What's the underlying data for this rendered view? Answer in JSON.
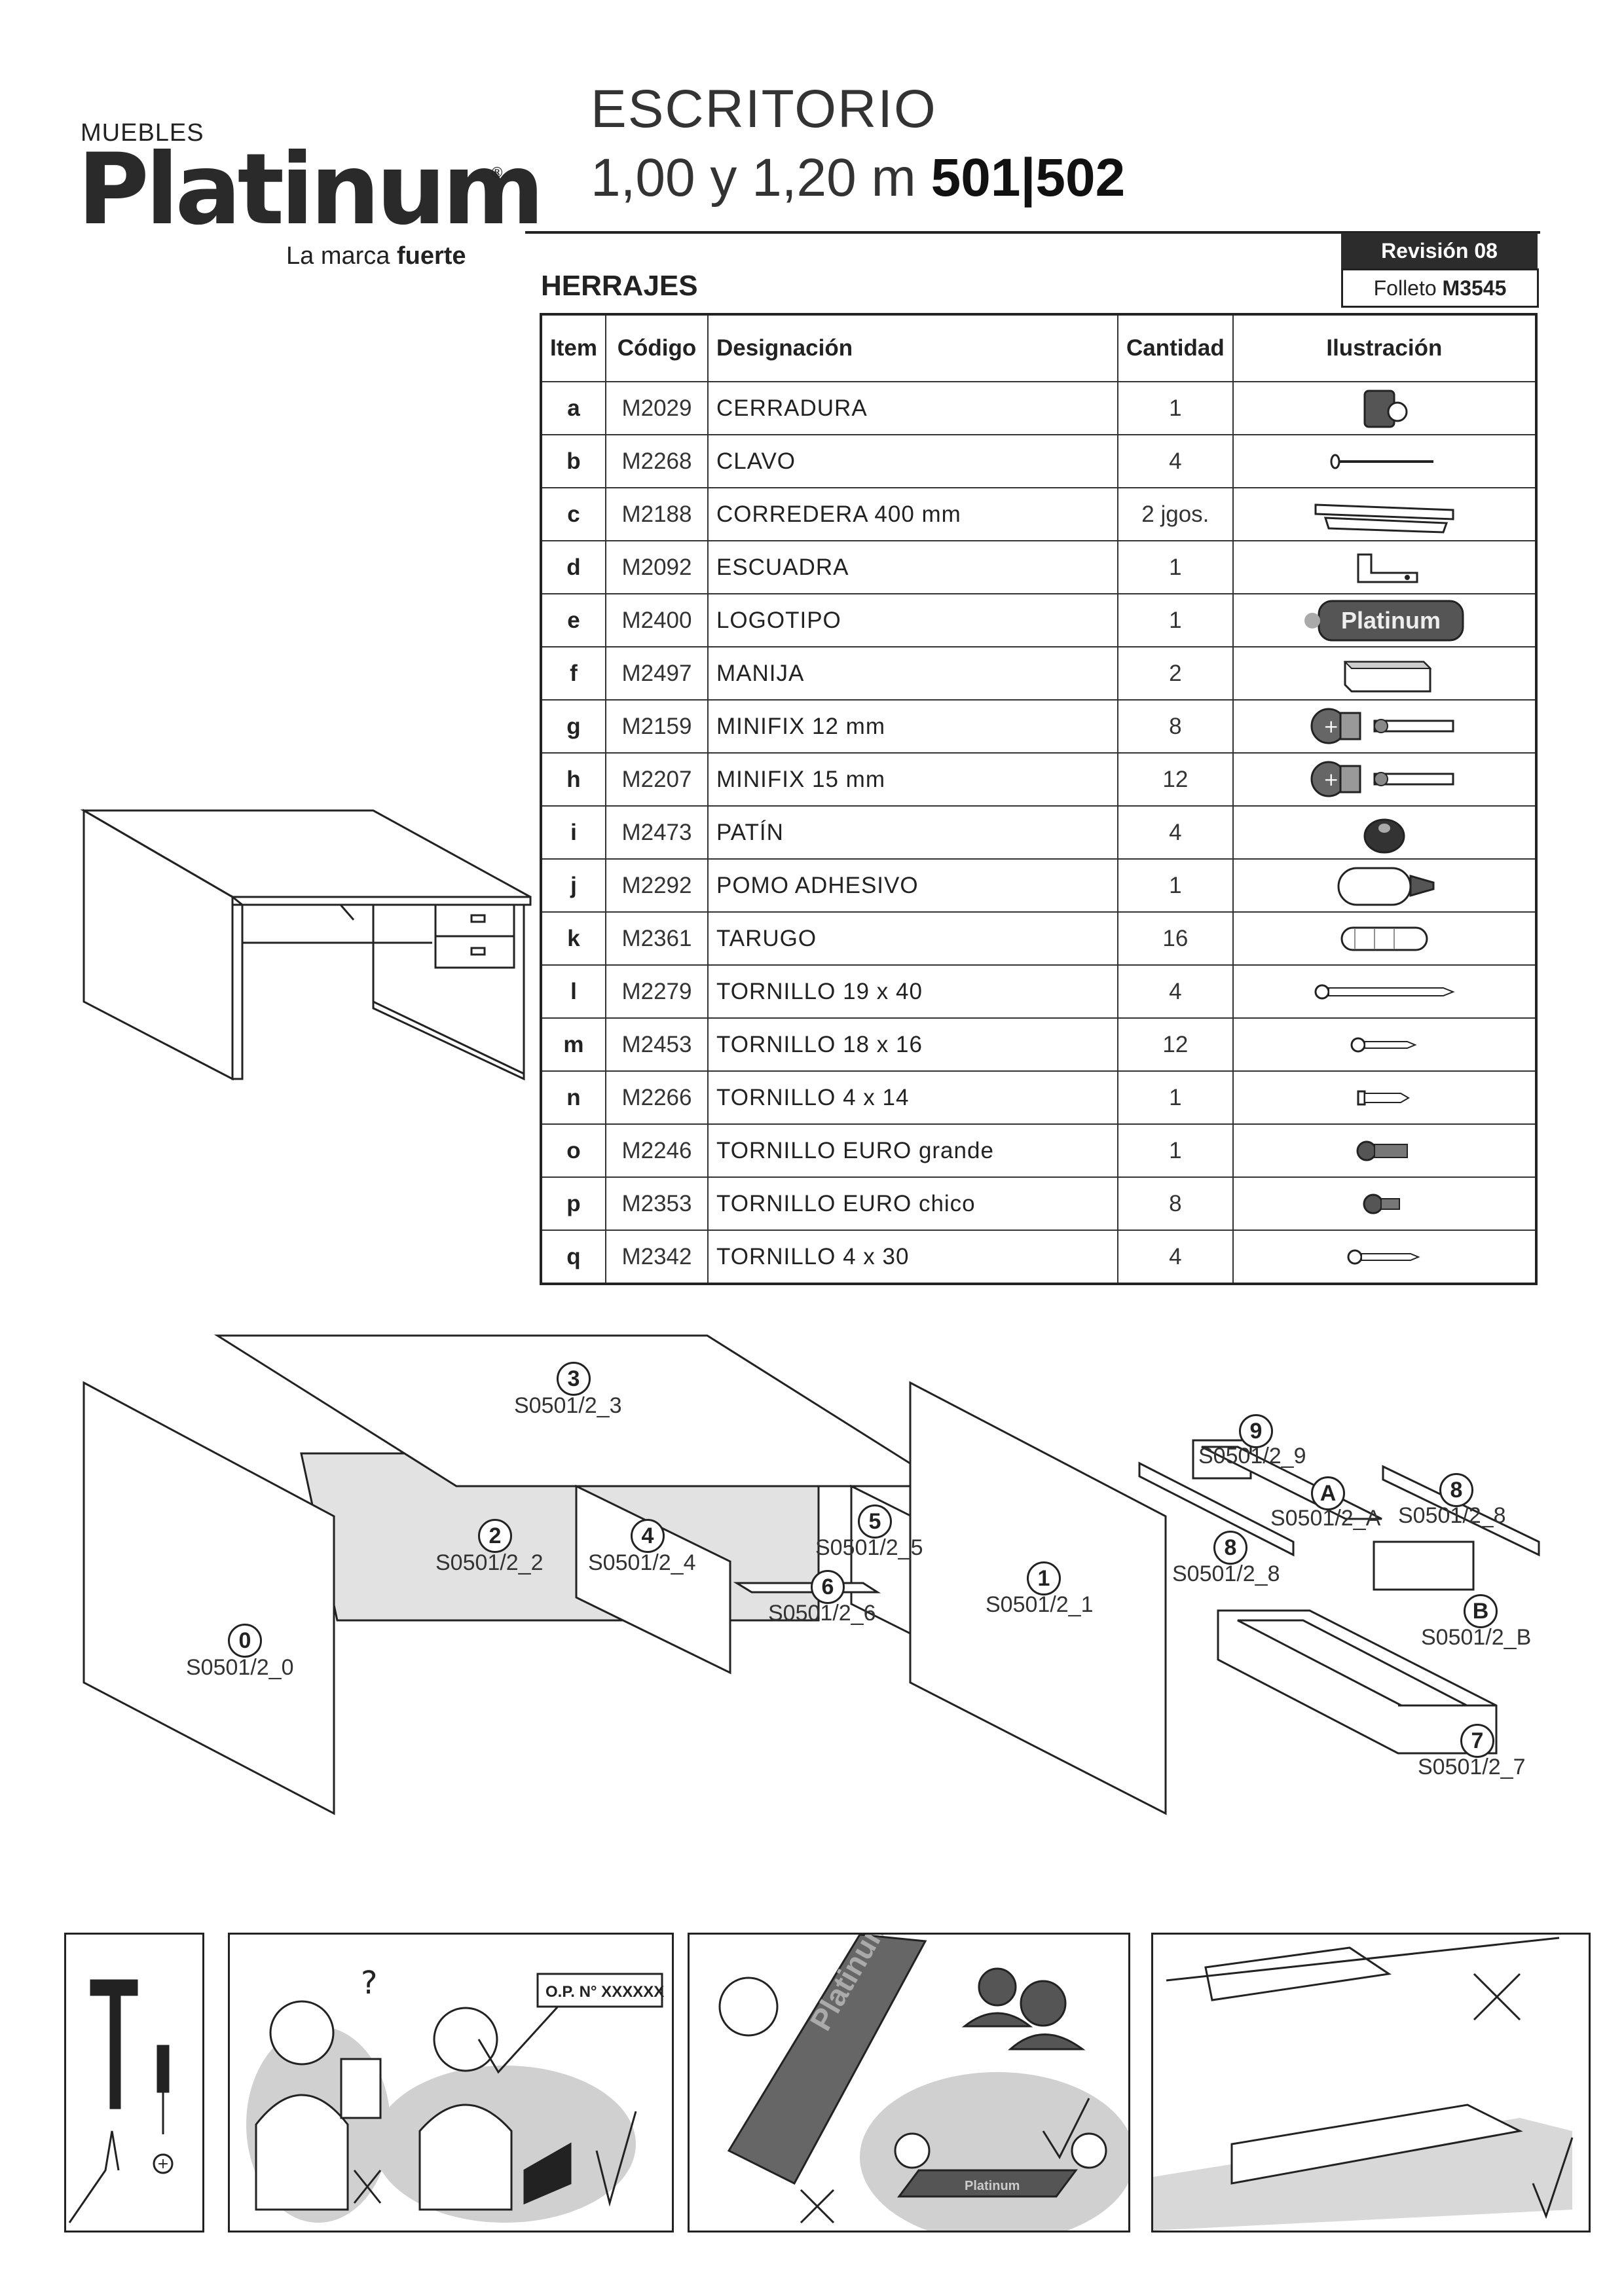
{
  "brand": {
    "top": "MUEBLES",
    "name": "Platinum",
    "registered": "®",
    "tagline_pre": "La marca ",
    "tagline_bold": "fuerte"
  },
  "title": {
    "line1": "ESCRITORIO",
    "line2_pre": "1,00 y 1,20 m  ",
    "line2_codes": "501|502"
  },
  "revision": "Revisión 08",
  "folleto": {
    "label": "Folleto ",
    "code": "M3545"
  },
  "section_title": "HERRAJES",
  "table": {
    "headers": [
      "Item",
      "Código",
      "Designación",
      "Cantidad",
      "Ilustración"
    ],
    "rows": [
      {
        "item": "a",
        "code": "M2029",
        "name": "CERRADURA",
        "qty": "1",
        "icon": "lock-icon"
      },
      {
        "item": "b",
        "code": "M2268",
        "name": "CLAVO",
        "qty": "4",
        "icon": "nail-icon"
      },
      {
        "item": "c",
        "code": "M2188",
        "name": "CORREDERA 400 mm",
        "qty": "2 jgos.",
        "icon": "drawer-slide-icon"
      },
      {
        "item": "d",
        "code": "M2092",
        "name": "ESCUADRA",
        "qty": "1",
        "icon": "bracket-icon"
      },
      {
        "item": "e",
        "code": "M2400",
        "name": "LOGOTIPO",
        "qty": "1",
        "icon": "logo-badge-icon"
      },
      {
        "item": "f",
        "code": "M2497",
        "name": "MANIJA",
        "qty": "2",
        "icon": "handle-icon"
      },
      {
        "item": "g",
        "code": "M2159",
        "name": "MINIFIX 12 mm",
        "qty": "8",
        "icon": "minifix-icon"
      },
      {
        "item": "h",
        "code": "M2207",
        "name": "MINIFIX 15 mm",
        "qty": "12",
        "icon": "minifix-icon"
      },
      {
        "item": "i",
        "code": "M2473",
        "name": "PATÍN",
        "qty": "4",
        "icon": "glide-icon"
      },
      {
        "item": "j",
        "code": "M2292",
        "name": "POMO ADHESIVO",
        "qty": "1",
        "icon": "knob-icon"
      },
      {
        "item": "k",
        "code": "M2361",
        "name": "TARUGO",
        "qty": "16",
        "icon": "dowel-icon"
      },
      {
        "item": "l",
        "code": "M2279",
        "name": "TORNILLO  19 x 40",
        "qty": "4",
        "icon": "screw-long-icon"
      },
      {
        "item": "m",
        "code": "M2453",
        "name": "TORNILLO 18 x 16",
        "qty": "12",
        "icon": "screw-short-icon"
      },
      {
        "item": "n",
        "code": "M2266",
        "name": "TORNILLO 4 x 14",
        "qty": "1",
        "icon": "screw-small-icon"
      },
      {
        "item": "o",
        "code": "M2246",
        "name": "TORNILLO EURO grande",
        "qty": "1",
        "icon": "euro-screw-icon"
      },
      {
        "item": "p",
        "code": "M2353",
        "name": "TORNILLO EURO chico",
        "qty": "8",
        "icon": "euro-screw-small-icon"
      },
      {
        "item": "q",
        "code": "M2342",
        "name": "TORNILLO 4 x 30",
        "qty": "4",
        "icon": "screw-medium-icon"
      }
    ]
  },
  "logo_badge_text": "Platinum",
  "parts": [
    {
      "num": "0",
      "code": "S0501/2_0"
    },
    {
      "num": "1",
      "code": "S0501/2_1"
    },
    {
      "num": "2",
      "code": "S0501/2_2"
    },
    {
      "num": "3",
      "code": "S0501/2_3"
    },
    {
      "num": "4",
      "code": "S0501/2_4"
    },
    {
      "num": "5",
      "code": "S0501/2_5"
    },
    {
      "num": "6",
      "code": "S0501/2_6"
    },
    {
      "num": "7",
      "code": "S0501/2_7"
    },
    {
      "num": "8",
      "code": "S0501/2_8"
    },
    {
      "num": "9",
      "code": "S0501/2_9"
    },
    {
      "num": "A",
      "code": "S0501/2_A"
    },
    {
      "num": "B",
      "code": "S0501/2_B"
    }
  ],
  "part8_right_code": "S0501/2_8",
  "part8_right_num": "8",
  "instructions": {
    "op_label": "O.P. N° XXXXXX",
    "box_brand": "Platinum",
    "small_box_brand": "Platinum"
  }
}
